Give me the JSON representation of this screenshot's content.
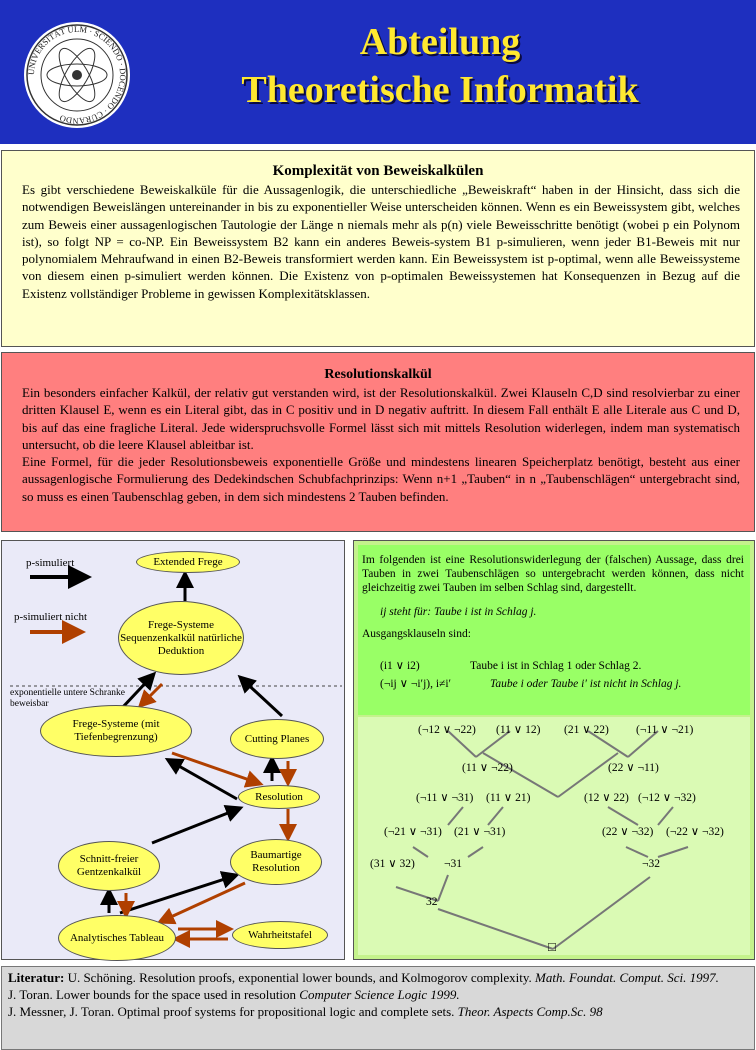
{
  "header": {
    "title_line1": "Abteilung",
    "title_line2": "Theoretische Informatik",
    "logo_text": "UNIVERSITÄT ULM · SCIENDO · DOCENDO · CURANDO"
  },
  "section1": {
    "title": "Komplexität von Beweiskalkülen",
    "p1": "Es gibt verschiedene Beweiskalküle für die Aussagenlogik, die unterschiedliche „Beweiskraft“ haben in der Hinsicht, dass sich die notwendigen Beweislängen untereinander in bis zu exponentieller Weise unterscheiden können. Wenn es ein Beweissystem gibt, welches zum Beweis einer aussagenlogischen Tautologie der Länge n niemals mehr als p(n) viele Beweisschritte benötigt (wobei p ein Polynom ist), so folgt NP = co-NP. Ein Beweissystem B2 kann ein anderes Beweis-system B1 p-simulieren, wenn jeder B1-Beweis mit nur polynomialem Mehraufwand in einen B2-Beweis transformiert werden kann. Ein Beweissystem ist p-optimal, wenn alle Beweissysteme von diesem einen p-simuliert werden können. Die Existenz von p-optimalen Beweissystemen hat Konsequenzen in Bezug auf die Existenz vollständiger Probleme in gewissen Komplexitätsklassen."
  },
  "section2": {
    "title": "Resolutionskalkül",
    "p1": "Ein besonders einfacher Kalkül, der relativ gut verstanden wird, ist der Resolutionskalkül. Zwei Klauseln C,D sind resolvierbar zu einer dritten Klausel E, wenn es ein Literal gibt, das in C positiv und in D negativ auftritt. In diesem Fall enthält E alle Literale aus C und D, bis auf das eine fragliche Literal. Jede widerspruchsvolle Formel lässt sich mit mittels Resolution widerlegen, indem man systematisch untersucht, ob die leere Klausel ableitbar ist.",
    "p2": "Eine Formel, für die jeder Resolutionsbeweis exponentielle Größe und mindestens linearen Speicherplatz benötigt, besteht aus einer aussagenlogische Formulierung des Dedekindschen Schubfachprinzips: Wenn n+1 „Tauben“ in n „Taubenschlägen“ untergebracht sind, so muss es einen Taubenschlag geben, in dem sich mindestens 2 Tauben befinden."
  },
  "diagram": {
    "legend_sim": "p-simuliert",
    "legend_nosim": "p-simuliert nicht",
    "lower_bound_label": "exponentielle untere Schranke beweisbar",
    "nodes": {
      "extended_frege": "Extended Frege",
      "frege": "Frege-Systeme Sequenzenkalkül natürliche Deduktion",
      "frege_bounded": "Frege-Systeme (mit Tiefenbegrenzung)",
      "cutting_planes": "Cutting Planes",
      "resolution": "Resolution",
      "cutfree": "Schnitt-freier Gentzenkalkül",
      "tree_resolution": "Baumartige Resolution",
      "tableau": "Analytisches Tableau",
      "truth_table": "Wahrheitstafel"
    },
    "colors": {
      "black_arrow": "#000000",
      "brown_arrow": "#b04000",
      "node_fill": "#ffff66"
    }
  },
  "resolution_box": {
    "intro": "Im folgenden ist eine Resolutionswiderlegung der (falschen) Aussage, dass drei Tauben in zwei Taubenschlägen so untergebracht werden können, dass nicht gleichzeitig zwei Tauben im selben Schlag sind, dargestellt.",
    "ij_line": "ij steht für: Taube i ist in Schlag j.",
    "clauses_title": "Ausgangsklauseln sind:",
    "clause1": "(i1 ∨ i2)",
    "clause1_desc": "Taube i  ist in Schlag 1 oder Schlag 2.",
    "clause2": "(¬ij ∨ ¬i′j), i≠i′",
    "clause2_desc": "Taube i oder Taube i′ ist nicht in Schlag j.",
    "tree": {
      "row1": [
        "(¬12 ∨ ¬22)",
        "(11 ∨ 12)",
        "(21 ∨ 22)",
        "(¬11 ∨ ¬21)"
      ],
      "row2": [
        "(11 ∨ ¬22)",
        "(22 ∨ ¬11)"
      ],
      "row3": [
        "(¬11 ∨ ¬31)",
        "(11 ∨ 21)",
        "(12 ∨ 22)",
        "(¬12 ∨ ¬32)"
      ],
      "row4": [
        "(¬21 ∨ ¬31)",
        "(21 ∨ ¬31)",
        "(22 ∨ ¬32)",
        "(¬22 ∨ ¬32)"
      ],
      "row5": [
        "(31 ∨ 32)",
        "¬31",
        "¬32"
      ],
      "row6": [
        "32"
      ],
      "empty": "□"
    }
  },
  "literature": {
    "label": "Literatur:",
    "line1": "U. Schöning. Resolution proofs, exponential lower bounds, and Kolmogorov complexity.",
    "line1_src": "Math. Foundat. Comput. Sci. 1997.",
    "line2": "J. Toran. Lower bounds for the space used in resolution",
    "line2_src": "Computer Science Logic 1999.",
    "line3": "J. Messner, J. Toran. Optimal proof systems for propositional logic and complete sets.",
    "line3_src": "Theor. Aspects Comp.Sc. 98"
  }
}
